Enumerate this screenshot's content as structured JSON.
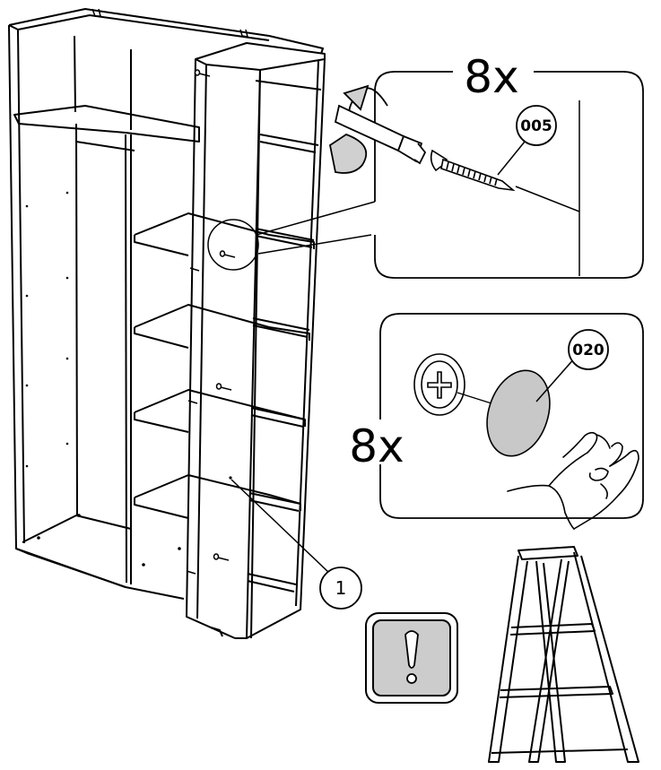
{
  "callout_screw": {
    "quantity": "8x",
    "part_number": "005"
  },
  "callout_cap": {
    "quantity": "8x",
    "part_number": "020"
  },
  "part_marker": "1",
  "colors": {
    "line": "#000000",
    "cap_fill": "#c8c8c8",
    "arrow_fill": "#d0d0d0",
    "warning_fill": "#cccccc",
    "background": "#ffffff"
  },
  "icons": [
    "rotation-arrow-icon",
    "screwdriver-icon",
    "screw-icon",
    "screw-head-icon",
    "cover-cap-icon",
    "hand-icon",
    "warning-icon",
    "step-ladder-icon"
  ]
}
